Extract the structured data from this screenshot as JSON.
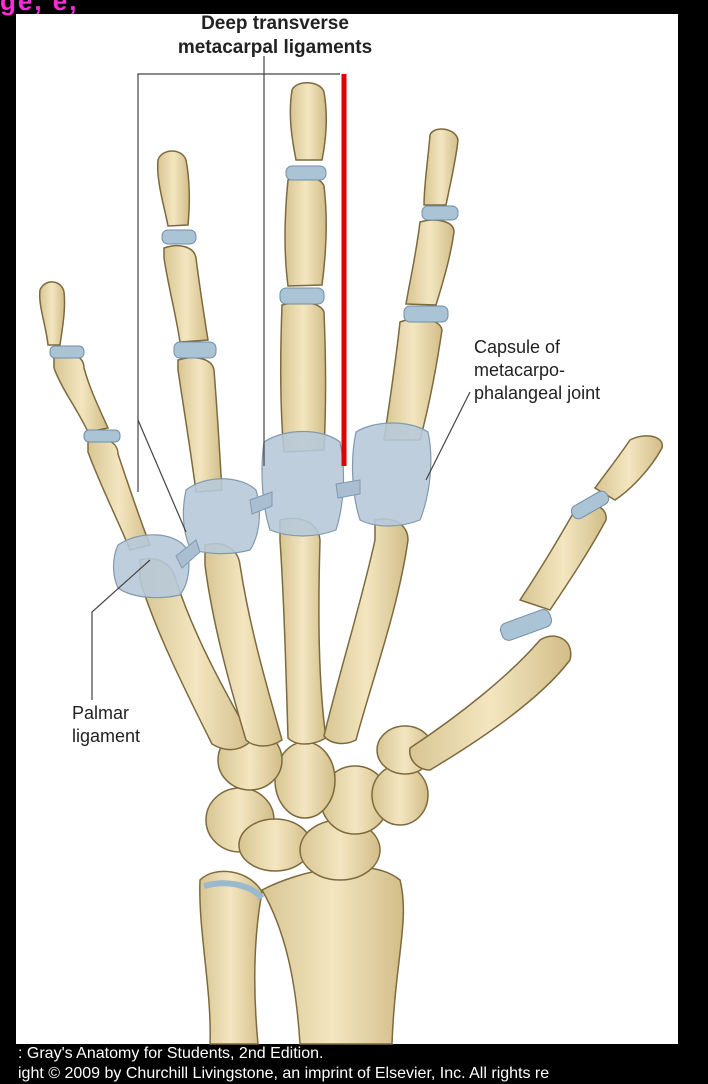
{
  "corner_mark": "ge, e,",
  "labels": {
    "title_line1": "Deep transverse",
    "title_line2": "metacarpal ligaments",
    "capsule_line1": "Capsule of",
    "capsule_line2": "metacarpo-",
    "capsule_line3": "phalangeal joint",
    "palmar_line1": "Palmar",
    "palmar_line2": "ligament"
  },
  "citation": {
    "line1": ": Gray's Anatomy for Students, 2nd Edition.",
    "line2": "ight © 2009 by Churchill Livingstone, an imprint of Elsevier, Inc. All rights re"
  },
  "colors": {
    "bone": "#ecdcb0",
    "bone_outline": "#7d6a3e",
    "ligament": "#b7c9d8",
    "cartilage": "#aac4d6",
    "annotation_red": "#e00000",
    "corner_magenta": "#ff2bd6",
    "frame": "#000000",
    "panel": "#ffffff"
  }
}
